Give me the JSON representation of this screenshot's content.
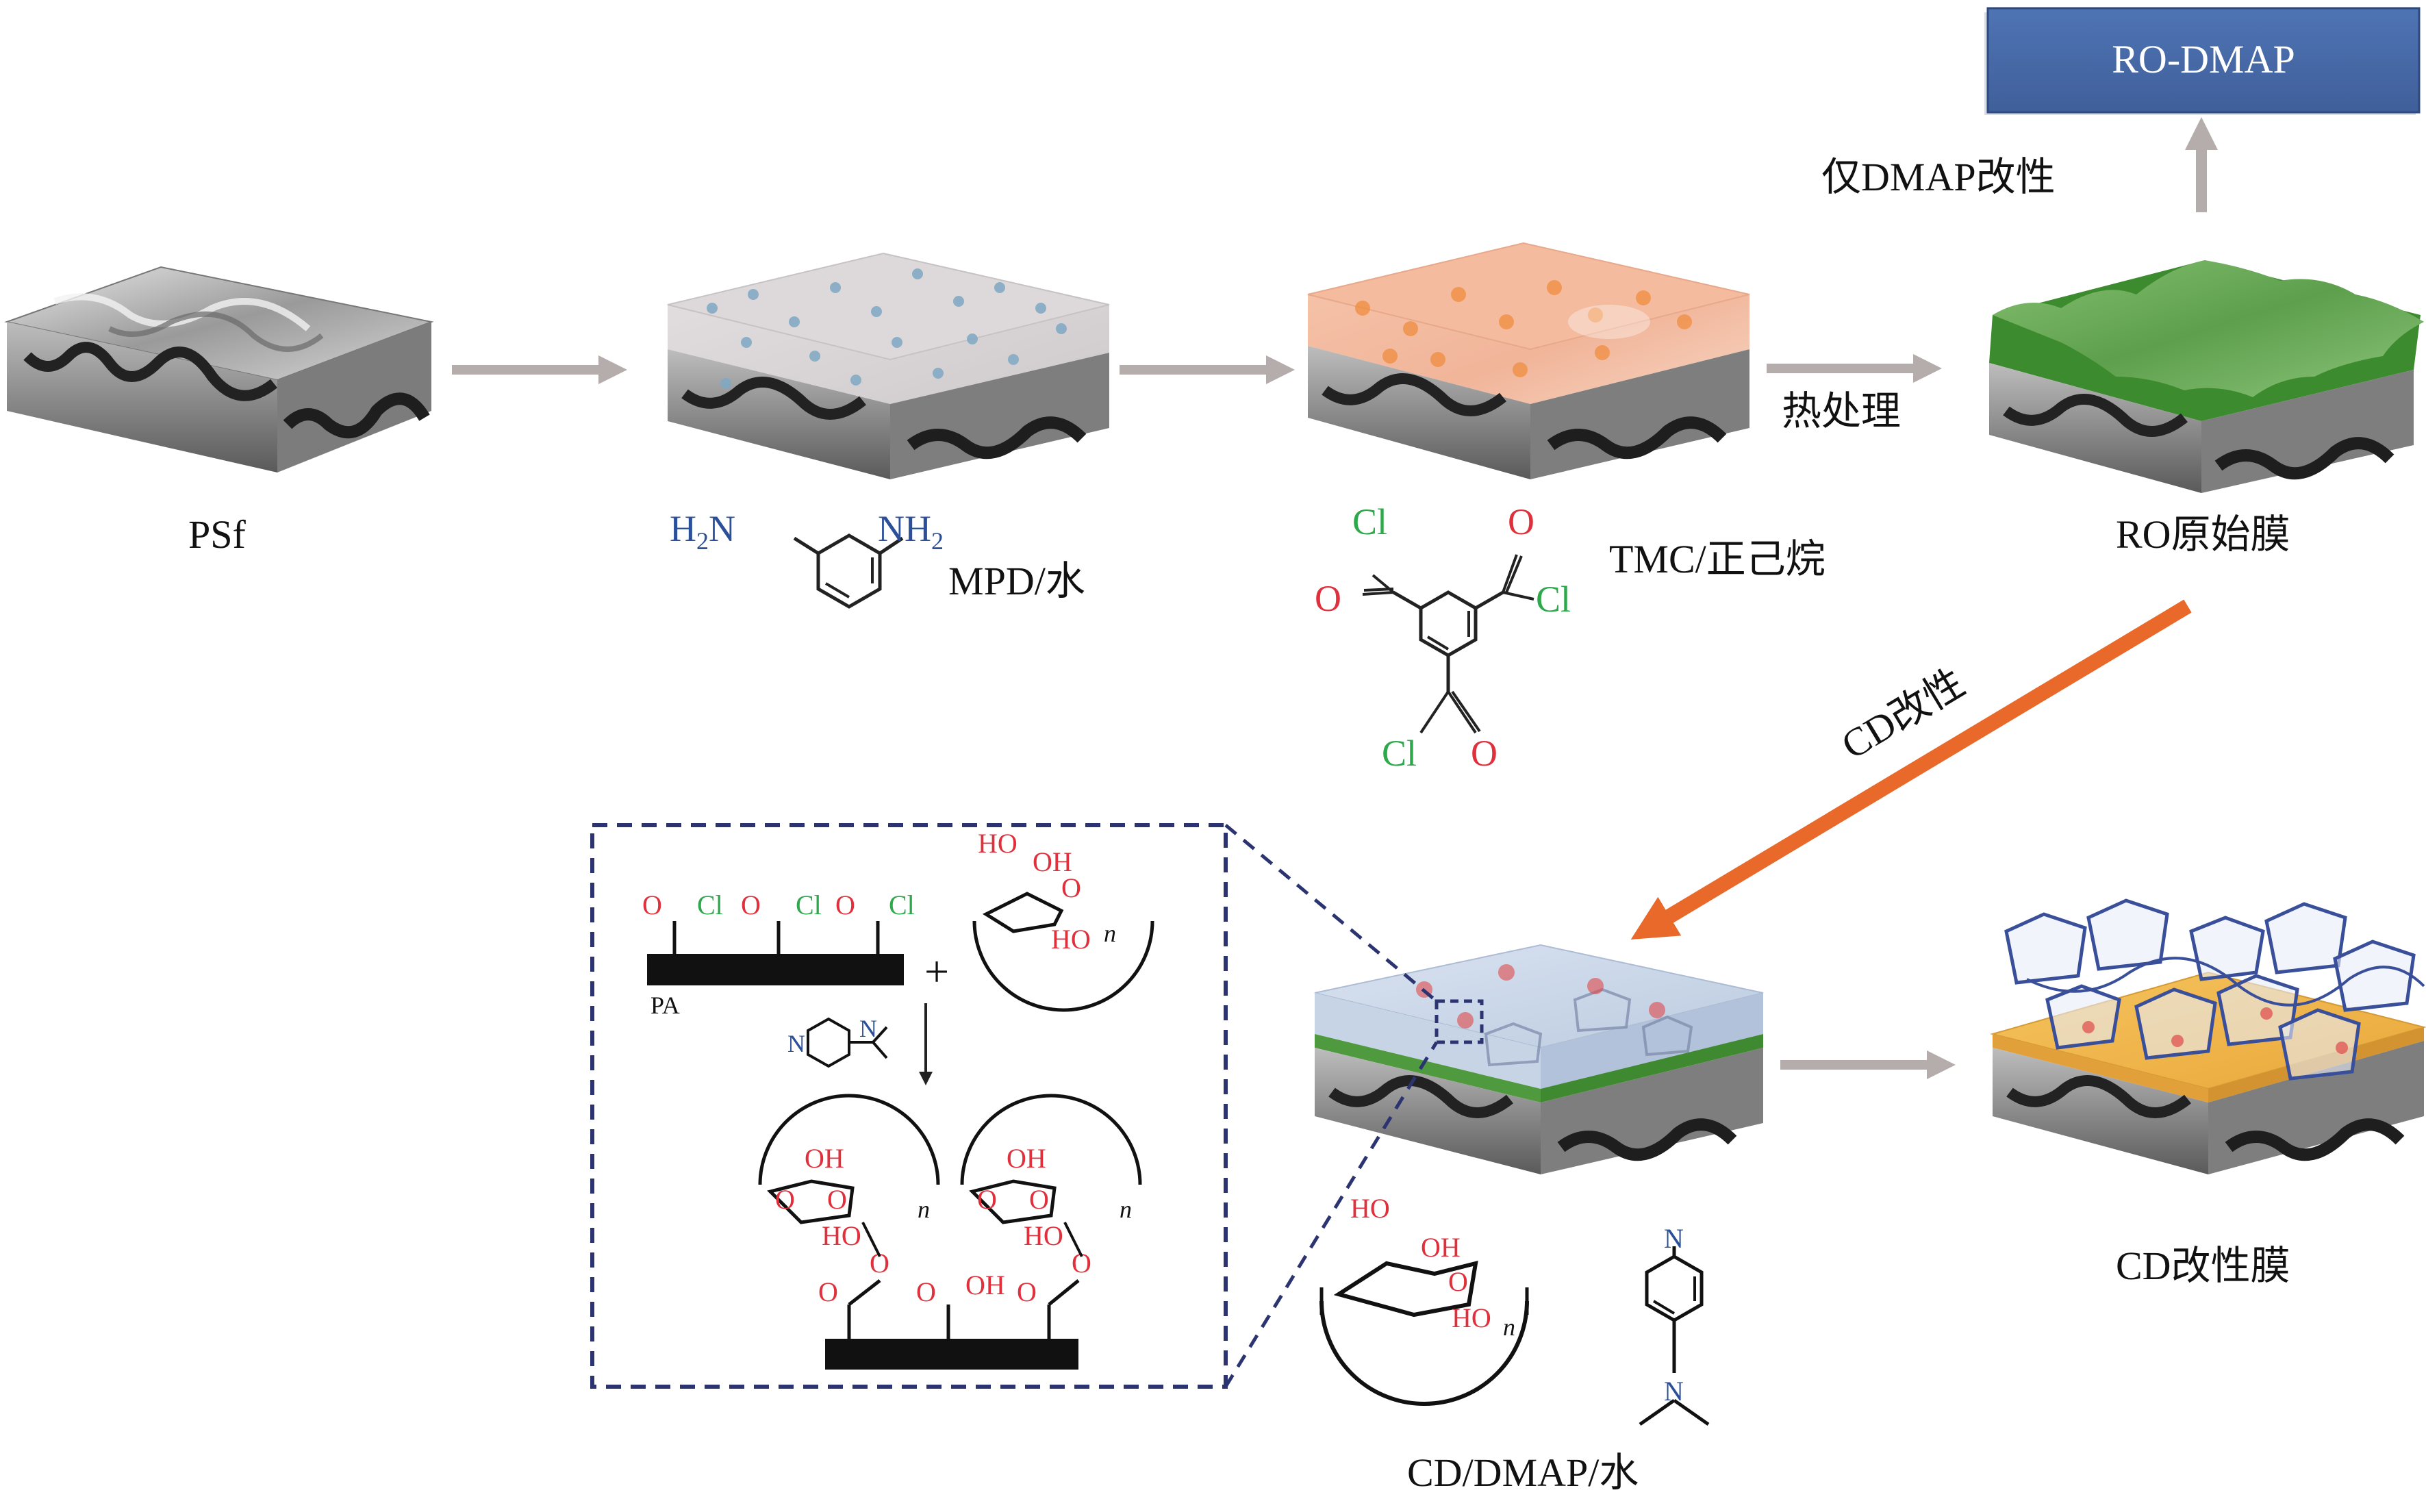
{
  "labels": {
    "psf": "PSf",
    "mpd_water": "MPD/水",
    "tmc_hexane": "TMC/正己烷",
    "heat_treatment": "热处理",
    "ro_pristine": "RO原始膜",
    "dmap_only": "仅DMAP改性",
    "ro_dmap_box": "RO-DMAP",
    "cd_modification": "CD改性",
    "cd_dmap_water": "CD/DMAP/水",
    "cd_modified_membrane": "CD改性膜"
  },
  "mpd": {
    "nh2_left": "H",
    "nh2_left_sub": "2",
    "nh2_left_n": "N",
    "nh2_right": "NH",
    "nh2_right_sub": "2"
  },
  "tmc": {
    "cl": "Cl",
    "o": "O"
  },
  "inset": {
    "pa_label": "PA",
    "o": "O",
    "cl": "Cl",
    "oh": "OH",
    "ho": "HO",
    "n_sub": "n",
    "plus": "+",
    "ring_o": "O",
    "n_atom": "N"
  },
  "cd_molecule": {
    "ho": "HO",
    "oh": "OH",
    "o": "O",
    "n_sub": "n"
  },
  "dmap_molecule": {
    "n": "N"
  },
  "colors": {
    "arrow_gray": "#b5adab",
    "arrow_orange": "#e8692a",
    "box_blue": "#4669a8",
    "dash_navy": "#2b3470",
    "green_layer": "#5aa14a",
    "orange_layer": "#f2b04a"
  }
}
